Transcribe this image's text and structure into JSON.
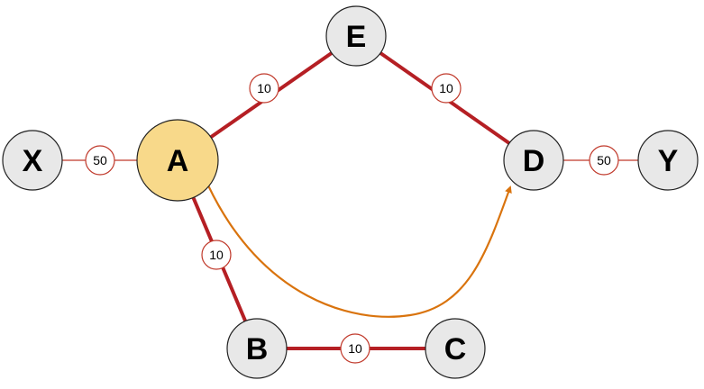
{
  "colors": {
    "background": "#ffffff",
    "node_fill": "#e8e8e8",
    "node_stroke": "#222222",
    "highlight_fill": "#f8d98a",
    "highlight_stroke": "#222222",
    "edge_thick": "#b51f24",
    "edge_thin": "#c0392b",
    "weight_badge_stroke": "#c0392b",
    "path_arrow": "#d9730d"
  },
  "nodes": [
    {
      "id": "X",
      "label": "X",
      "highlighted": false
    },
    {
      "id": "A",
      "label": "A",
      "highlighted": true
    },
    {
      "id": "E",
      "label": "E",
      "highlighted": false
    },
    {
      "id": "D",
      "label": "D",
      "highlighted": false
    },
    {
      "id": "Y",
      "label": "Y",
      "highlighted": false
    },
    {
      "id": "B",
      "label": "B",
      "highlighted": false
    },
    {
      "id": "C",
      "label": "C",
      "highlighted": false
    }
  ],
  "edges": [
    {
      "from": "X",
      "to": "A",
      "weight": "50",
      "style": "thin"
    },
    {
      "from": "A",
      "to": "E",
      "weight": "10",
      "style": "thick"
    },
    {
      "from": "E",
      "to": "D",
      "weight": "10",
      "style": "thick"
    },
    {
      "from": "D",
      "to": "Y",
      "weight": "50",
      "style": "thin"
    },
    {
      "from": "A",
      "to": "B",
      "weight": "10",
      "style": "thick"
    },
    {
      "from": "B",
      "to": "C",
      "weight": "10",
      "style": "thick"
    }
  ],
  "path_arrow": {
    "from": "A",
    "to": "D"
  }
}
